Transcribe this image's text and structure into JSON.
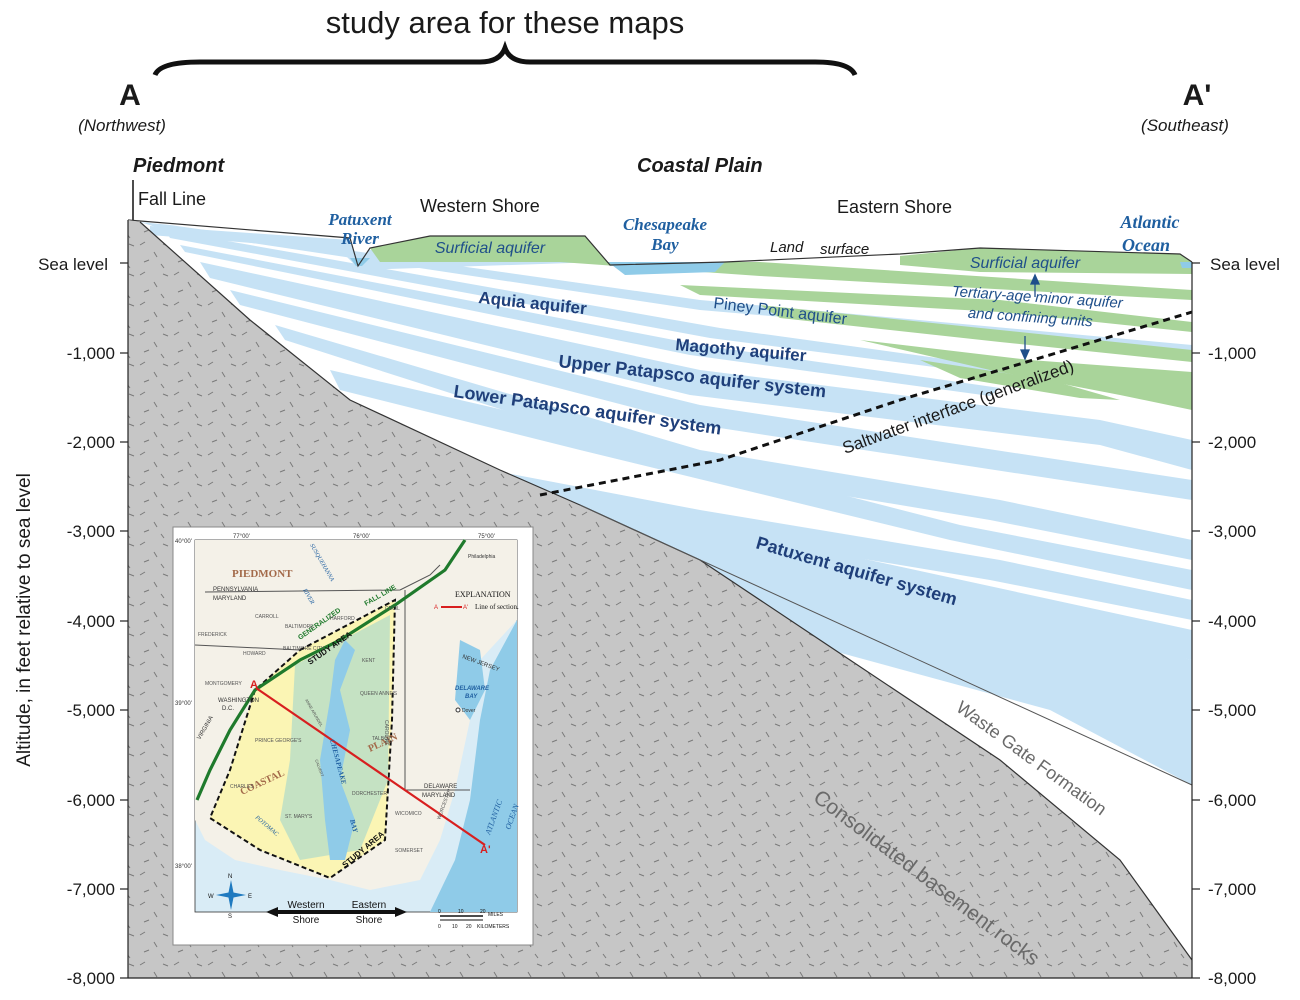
{
  "header": {
    "study_area": "study area for these maps",
    "a_left": "A",
    "a_left_dir": "(Northwest)",
    "a_right": "A'",
    "a_right_dir": "(Southeast)"
  },
  "regions": {
    "piedmont": "Piedmont",
    "coastal_plain": "Coastal Plain"
  },
  "surface_labels": {
    "fall_line": "Fall Line",
    "western_shore": "Western Shore",
    "eastern_shore": "Eastern Shore",
    "land": "Land",
    "surface": "surface",
    "patuxent_river_1": "Patuxent",
    "patuxent_river_2": "River",
    "chesapeake_bay_1": "Chesapeake",
    "chesapeake_bay_2": "Bay",
    "atlantic_ocean_1": "Atlantic",
    "atlantic_ocean_2": "Ocean"
  },
  "sea_level_left": "Sea level",
  "sea_level_right": "Sea level",
  "y_axis": {
    "label": "Altitude, in feet relative to sea level",
    "ticks": [
      "-1,000",
      "-2,000",
      "-3,000",
      "-4,000",
      "-5,000",
      "-6,000",
      "-7,000",
      "-8,000"
    ]
  },
  "units": {
    "surficial_west": "Surficial aquifer",
    "surficial_east": "Surficial aquifer",
    "aquia": "Aquia aquifer",
    "piney_point": "Piney Point aquifer",
    "tertiary_1": "Tertiary-age minor aquifer",
    "tertiary_2": "and confining units",
    "magothy": "Magothy aquifer",
    "upper_patapsco": "Upper Patapsco aquifer system",
    "lower_patapsco": "Lower Patapsco aquifer system",
    "saltwater": "Saltwater interface (generalized)",
    "patuxent": "Patuxent aquifer system",
    "waste_gate": "Waste Gate Formation",
    "basement": "Consolidated basement rocks"
  },
  "colors": {
    "aquifer_blue": "#c6e2f5",
    "surficial_green": "#a9d49a",
    "basement_gray": "#c6c6c6",
    "water_blue": "#8fcbe8",
    "label_navy": "#1f3f7a",
    "fall_line_green": "#1f7a2c",
    "section_red": "#d81f1f",
    "study_area_yellow": "#fbf5b4"
  },
  "inset": {
    "lon_labels": [
      "77°00'",
      "76°00'",
      "75°00'"
    ],
    "lat_labels": [
      "40°00'",
      "39°00'",
      "38°00'"
    ],
    "piedmont": "PIEDMONT",
    "pennsylvania": "PENNSYLVANIA",
    "maryland": "MARYLAND",
    "virginia": "VIRGINIA",
    "washington": "WASHINGTON",
    "dc": "D.C.",
    "delaware": "DELAWARE",
    "maryland_2": "MARYLAND",
    "new_jersey": "NEW JERSEY",
    "delaware_bay_1": "DELAWARE",
    "delaware_bay_2": "BAY",
    "atlantic": "ATLANTIC",
    "ocean": "OCEAN",
    "susquehanna": "SUSQUEHANNA",
    "river": "RIVER",
    "generalized": "GENERALIZED",
    "fall_line": "FALL LINE",
    "study_area_1": "STUDY AREA",
    "study_area_2": "STUDY AREA",
    "coastal": "COASTAL",
    "plain": "PLAIN",
    "chesapeake": "CHESAPEAKE",
    "bay": "BAY",
    "potomac": "POTOMAC",
    "counties": [
      "CARROLL",
      "BALTIMORE",
      "HARFORD",
      "FREDERICK",
      "HOWARD",
      "BALTIMORE CITY",
      "KENT",
      "MONTGOMERY",
      "QUEEN ANNE'S",
      "CAROLINE",
      "PRINCE GEORGE'S",
      "TALBOT",
      "CHARLES",
      "DORCHESTER",
      "ST. MARY'S",
      "WICOMICO",
      "SOMERSET",
      "WORCESTER",
      "ANNE ARUNDEL",
      "CALVERT",
      "CECIL"
    ],
    "explanation": "EXPLANATION",
    "line_of_section": "Line of section.",
    "legend_a": "A",
    "legend_a2": "A'",
    "sec_a": "A",
    "sec_a2": "A'",
    "western_shore_1": "Western",
    "western_shore_2": "Shore",
    "eastern_shore_1": "Eastern",
    "eastern_shore_2": "Shore",
    "scale_miles": "MILES",
    "scale_km": "KILOMETERS",
    "scale_mi_ticks": [
      "0",
      "10",
      "20"
    ],
    "scale_km_ticks": [
      "0",
      "10",
      "20"
    ],
    "compass": {
      "n": "N",
      "s": "S",
      "e": "E",
      "w": "W"
    },
    "dover": "Dover",
    "philadelphia": "Philadelphia"
  }
}
